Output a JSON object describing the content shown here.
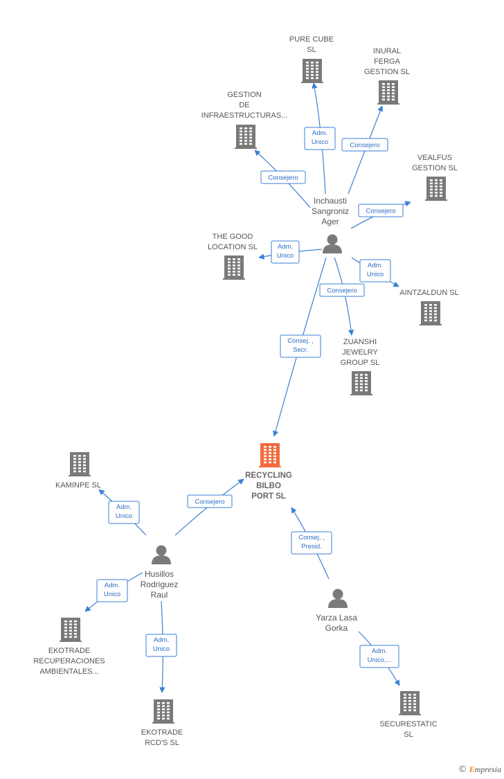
{
  "colors": {
    "edge": "#3a7fd5",
    "building": "#7a7a7a",
    "focus_building": "#f26a3c",
    "person": "#7a7a7a"
  },
  "nodes": [
    {
      "id": "pure_cube",
      "type": "company",
      "lines": [
        "PURE CUBE",
        "SL"
      ]
    },
    {
      "id": "inural",
      "type": "company",
      "lines": [
        "INURAL",
        "FERGA",
        "GESTION  SL"
      ]
    },
    {
      "id": "gestion_infra",
      "type": "company",
      "lines": [
        "GESTION",
        "DE",
        "INFRAESTRUCTURAS..."
      ]
    },
    {
      "id": "vealfus",
      "type": "company",
      "lines": [
        "VEALFUS",
        "GESTION  SL"
      ]
    },
    {
      "id": "inchausti",
      "type": "person",
      "lines": [
        "Inchausti",
        "Sangroniz",
        "Ager"
      ]
    },
    {
      "id": "good_location",
      "type": "company",
      "lines": [
        "THE GOOD",
        "LOCATION  SL"
      ]
    },
    {
      "id": "aintzaldun",
      "type": "company",
      "lines": [
        "AINTZALDUN SL"
      ]
    },
    {
      "id": "zuanshi",
      "type": "company",
      "lines": [
        "ZUANSHI",
        "JEWELRY",
        "GROUP  SL"
      ]
    },
    {
      "id": "recycling",
      "type": "focus",
      "lines": [
        "RECYCLING",
        "BILBO",
        "PORT  SL"
      ]
    },
    {
      "id": "kaminpe",
      "type": "company",
      "lines": [
        "KAMINPE  SL"
      ]
    },
    {
      "id": "husillos",
      "type": "person",
      "lines": [
        "Husillos",
        "Rodriguez",
        "Raul"
      ]
    },
    {
      "id": "yarza",
      "type": "person",
      "lines": [
        "Yarza Lasa",
        "Gorka"
      ]
    },
    {
      "id": "ekotrade_recup",
      "type": "company",
      "lines": [
        "EKOTRADE",
        "RECUPERACIONES",
        "AMBIENTALES..."
      ]
    },
    {
      "id": "ekotrade_rcd",
      "type": "company",
      "lines": [
        "EKOTRADE",
        "RCD'S SL"
      ]
    },
    {
      "id": "securestatic",
      "type": "company",
      "lines": [
        "SECURESTATIC",
        "SL"
      ]
    }
  ],
  "edges": [
    {
      "from": "inchausti",
      "to": "pure_cube",
      "role": [
        "Adm.",
        "Unico"
      ]
    },
    {
      "from": "inchausti",
      "to": "inural",
      "role": [
        "Consejero"
      ]
    },
    {
      "from": "inchausti",
      "to": "gestion_infra",
      "role": [
        "Consejero"
      ]
    },
    {
      "from": "inchausti",
      "to": "vealfus",
      "role": [
        "Consejero"
      ]
    },
    {
      "from": "inchausti",
      "to": "good_location",
      "role": [
        "Adm.",
        "Unico"
      ]
    },
    {
      "from": "inchausti",
      "to": "aintzaldun",
      "role": [
        "Adm.",
        "Unico"
      ]
    },
    {
      "from": "inchausti",
      "to": "zuanshi",
      "role": [
        "Consejero"
      ]
    },
    {
      "from": "inchausti",
      "to": "recycling",
      "role": [
        "Consej. ,",
        "Secr."
      ]
    },
    {
      "from": "husillos",
      "to": "kaminpe",
      "role": [
        "Adm.",
        "Unico"
      ]
    },
    {
      "from": "husillos",
      "to": "recycling",
      "role": [
        "Consejero"
      ]
    },
    {
      "from": "husillos",
      "to": "ekotrade_recup",
      "role": [
        "Adm.",
        "Unico"
      ]
    },
    {
      "from": "husillos",
      "to": "ekotrade_rcd",
      "role": [
        "Adm.",
        "Unico"
      ]
    },
    {
      "from": "yarza",
      "to": "recycling",
      "role": [
        "Consej. ,",
        "Presid."
      ]
    },
    {
      "from": "yarza",
      "to": "securestatic",
      "role": [
        "Adm.",
        "Unico,..."
      ]
    }
  ],
  "brand": {
    "copyright": "©",
    "initial": "E",
    "rest": "mpresia"
  }
}
